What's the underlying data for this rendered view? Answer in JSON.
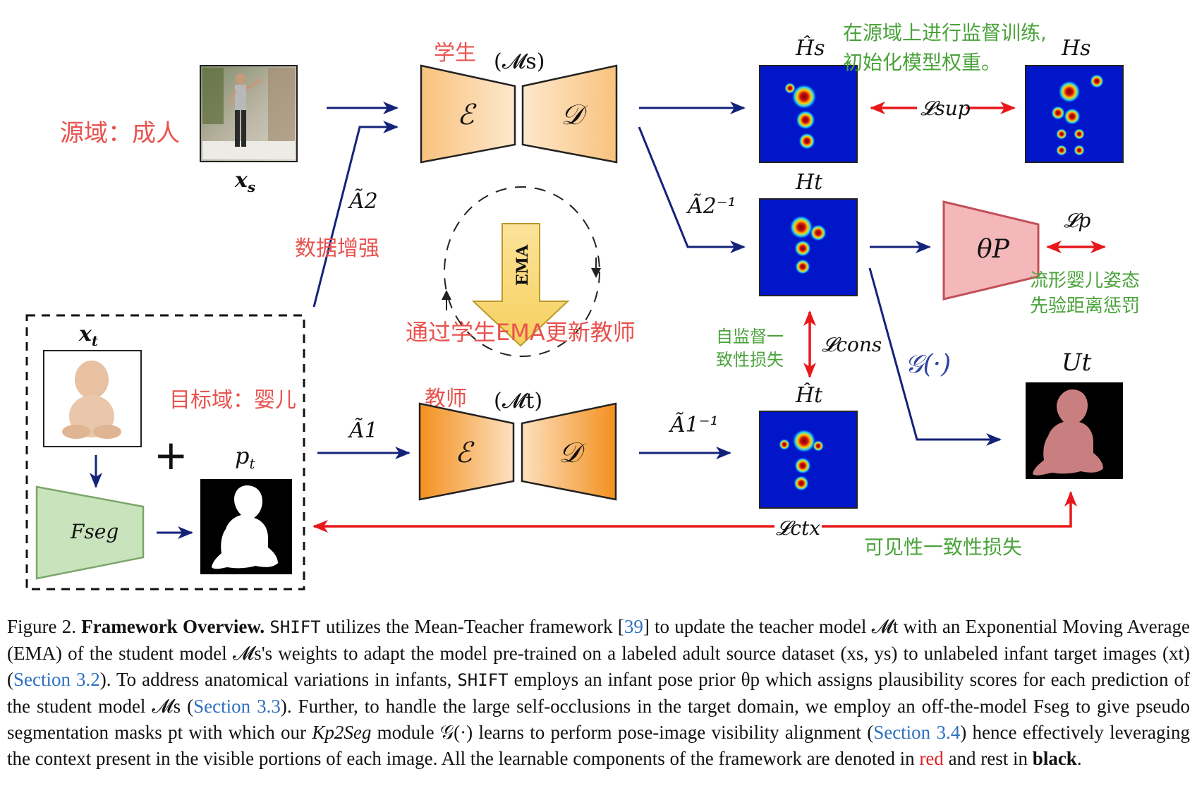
{
  "colors": {
    "red": "#e8534f",
    "green": "#4aa33a",
    "navy": "#14237a",
    "arrow_red": "#e8171a",
    "link": "#2e6fbf"
  },
  "annotations": {
    "student_cn": "学生",
    "student_model": "(𝓜s)",
    "source_domain_cn": "源域：成人",
    "source_label": "xs",
    "augment_cn": "数据增强",
    "aug_a2": "Ã2",
    "aug_a2_inv": "Ã2⁻¹",
    "aug_a1": "Ã1",
    "aug_a1_inv": "Ã1⁻¹",
    "supervised_cn_line1": "在源域上进行监督训练,",
    "supervised_cn_line2": "初始化模型权重。",
    "hs_hat": "Ĥs",
    "hs": "Hs",
    "ht": "Ht",
    "ht_hat": "Ĥt",
    "l_sup": "𝓛sup",
    "l_p": "𝓛p",
    "l_cons": "𝓛cons",
    "l_ctx": "𝓛ctx",
    "theta_p": "θP",
    "prior_cn_line1": "流形婴儿姿态",
    "prior_cn_line2": "先验距离惩罚",
    "cons_cn_line1": "自监督一",
    "cons_cn_line2": "致性损失",
    "ema": "EMA",
    "ema_cn": "通过学生EMA更新教师",
    "g_func": "𝒢(·)",
    "ut": "Ut",
    "teacher_cn": "教师",
    "teacher_model": "(𝓜t)",
    "target_domain_cn": "目标域：婴儿",
    "xt": "xt",
    "pt": "pt",
    "fseg": "Fseg",
    "plus": "+",
    "visibility_cn": "可见性一致性损失",
    "encoder": "ℰ",
    "decoder": "𝒟"
  },
  "caption": {
    "prefix": "Figure 2.",
    "title": "Framework Overview.",
    "shift": "SHIFT",
    "t1": " utilizes the Mean-Teacher framework [",
    "ref39": "39",
    "t2": "] to update the teacher model 𝓜t with an Exponential Moving Average (EMA) of the student model 𝓜s's weights to adapt the model pre-trained on a labeled adult source dataset (xs, ys) to unlabeled infant target images (xt) (",
    "sec32": "Section 3.2",
    "t3": "). To address anatomical variations in infants, ",
    "shift2": "SHIFT",
    "t4": " employs an infant pose prior θp which assigns plausibility scores for each prediction of the student model 𝓜s (",
    "sec33": "Section 3.3",
    "t5": "). Further, to handle the large self-occlusions in the target domain, we employ an off-the-model Fseg to give pseudo segmentation masks pt with which our ",
    "kp2seg": "Kp2Seg",
    "t6": " module 𝒢(·) learns to perform pose-image visibility alignment (",
    "sec34": "Section 3.4",
    "t7": ") hence effectively leveraging the context present in the visible portions of each image. All the learnable components of the framework are denoted in ",
    "red_word": "red",
    "t8": " and rest in ",
    "black_word": "black",
    "t9": "."
  }
}
